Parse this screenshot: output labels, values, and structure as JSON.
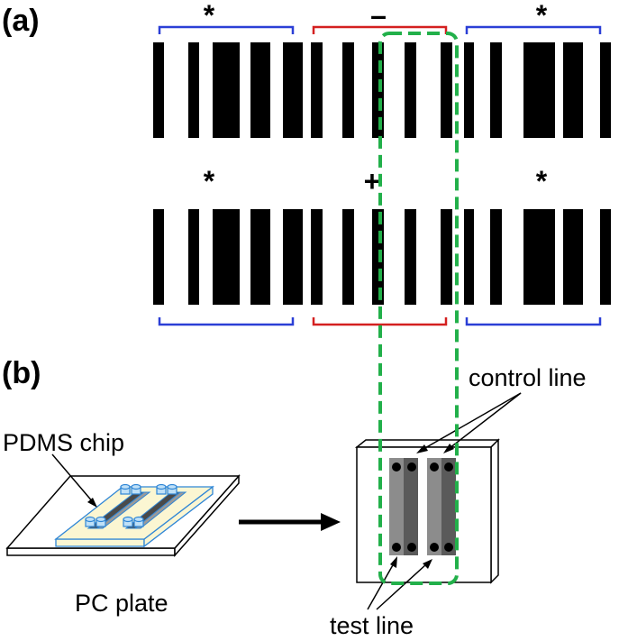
{
  "panels": {
    "a_label": "(a)",
    "b_label": "(b)"
  },
  "barcode_top": {
    "symbols": [
      "*",
      "–",
      "*"
    ]
  },
  "barcode_bottom": {
    "symbols": [
      "*",
      "+",
      "*"
    ]
  },
  "labels": {
    "pdms_chip": "PDMS chip",
    "pc_plate": "PC plate",
    "control_line": "control line",
    "test_line": "test line"
  },
  "colors": {
    "bracket_blue": "#2b3fd6",
    "bracket_red": "#d42020",
    "highlight_green": "#22b04a",
    "bar": "#000000",
    "chip_fill": "#fbf6d2",
    "chip_edge": "#2f86d6",
    "channel_dark": "#3a3a3a",
    "channel_light": "#8a8a8a"
  }
}
